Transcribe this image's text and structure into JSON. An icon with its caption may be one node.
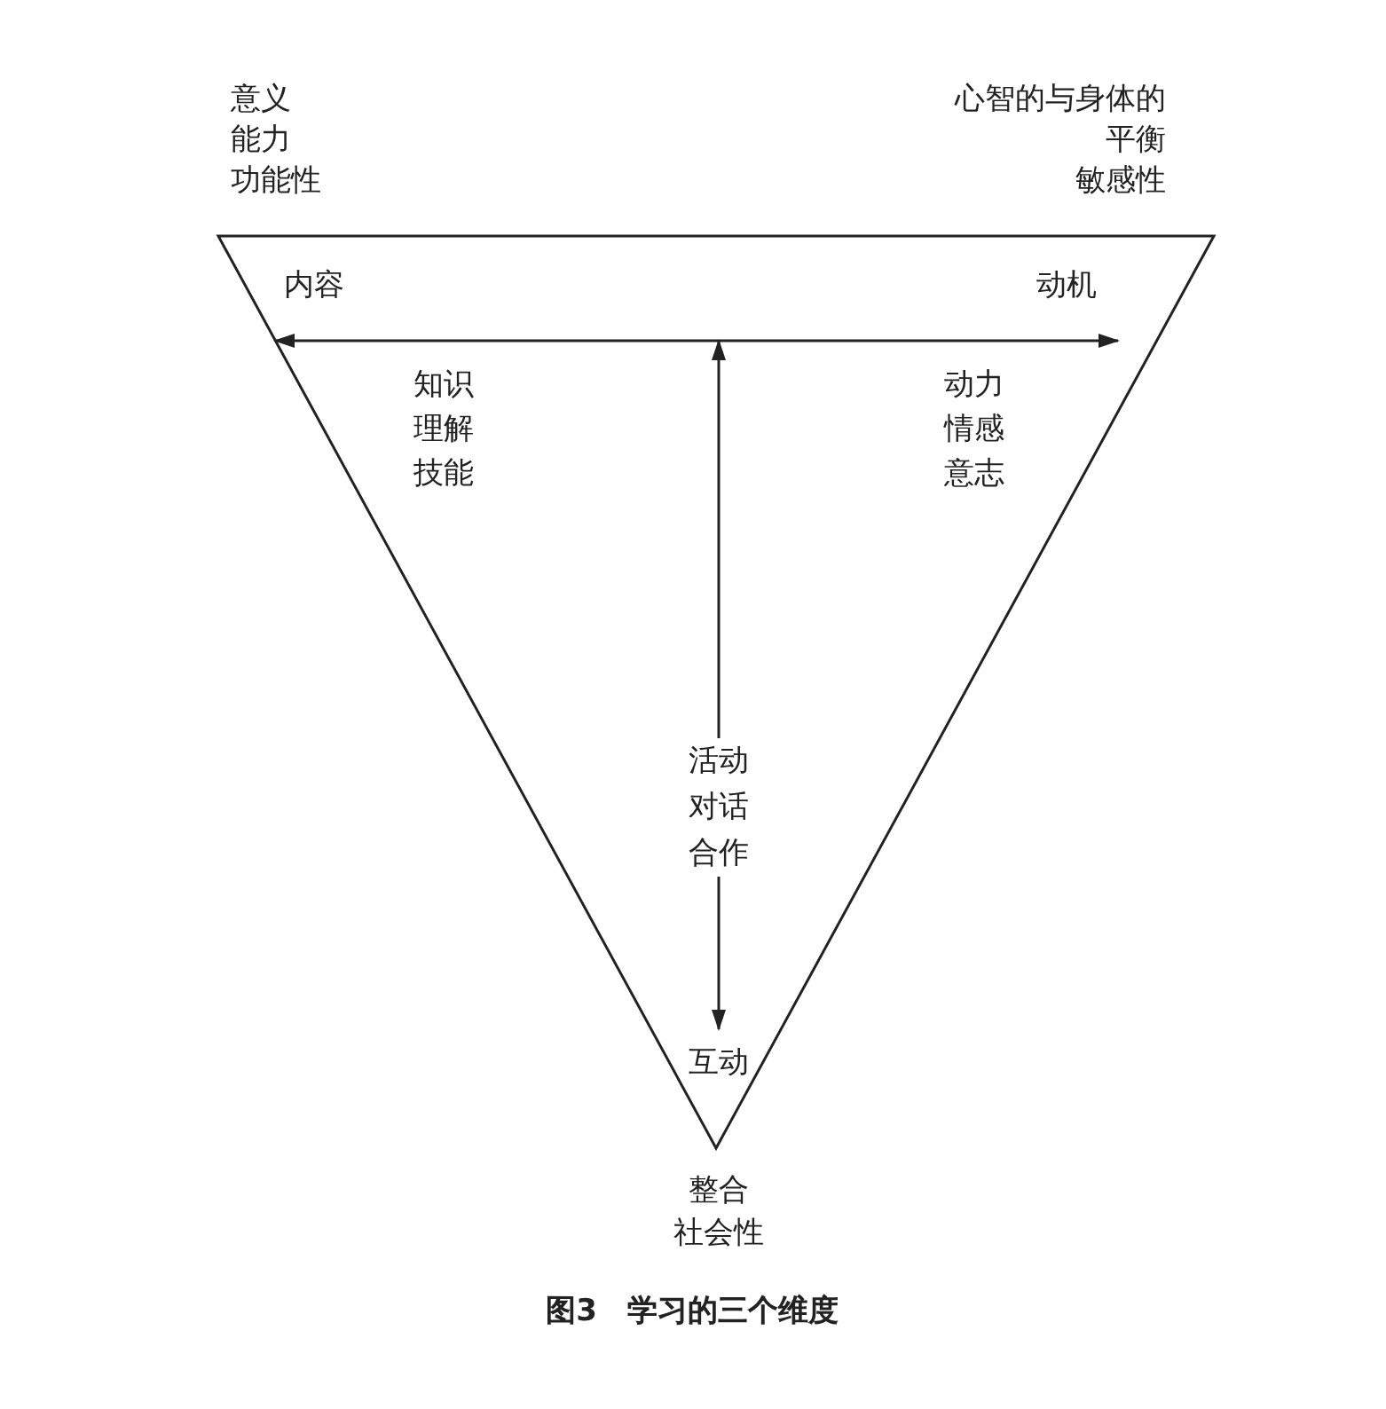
{
  "diagram": {
    "caption": "图3　学习的三个维度",
    "nodes": [
      {
        "text": [],
        "shape": "triangle"
      },
      {
        "text": [
          "内容"
        ],
        "in": 0,
        "beside": [
          "知识",
          "理解",
          "技能"
        ]
      },
      {
        "text": [
          "动机"
        ],
        "in": 0,
        "beside": [
          "动力",
          "情感",
          "意志"
        ]
      },
      {
        "text": [
          "互动"
        ],
        "in": 0
      }
    ],
    "edges": [
      {
        "from": 1,
        "to": 2,
        "arrow": "both"
      },
      {
        "from": null,
        "to": 3,
        "arrow": "both",
        "label": "活动对话合作"
      }
    ],
    "labels": [
      "意义",
      "能力",
      "功能性",
      "心智的与身体的",
      "平衡",
      "敏感性",
      "整合",
      "社会性"
    ]
  }
}
